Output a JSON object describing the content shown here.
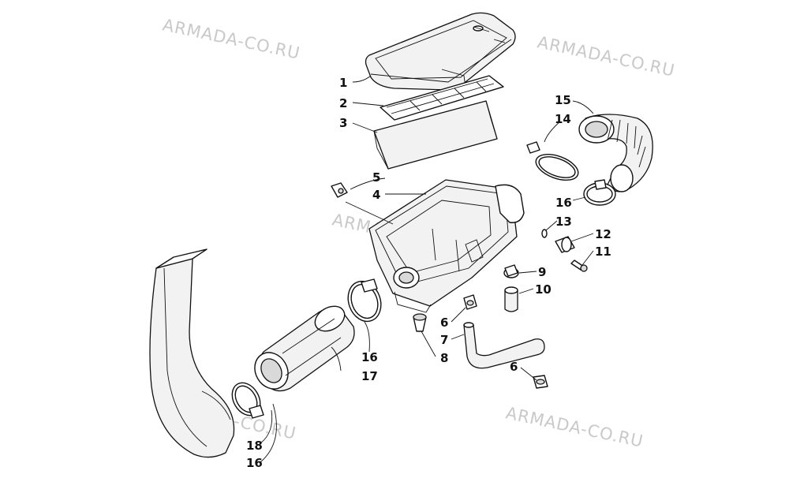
{
  "watermark": "ARMADA-CO.RU",
  "callouts": {
    "c1": "1",
    "c2": "2",
    "c3": "3",
    "c4": "4",
    "c5": "5",
    "c6a": "6",
    "c6b": "6",
    "c7": "7",
    "c8": "8",
    "c9": "9",
    "c10": "10",
    "c11": "11",
    "c12": "12",
    "c13": "13",
    "c14": "14",
    "c15": "15",
    "c16a": "16",
    "c16b": "16",
    "c16c": "16",
    "c17": "17",
    "c18": "18"
  }
}
